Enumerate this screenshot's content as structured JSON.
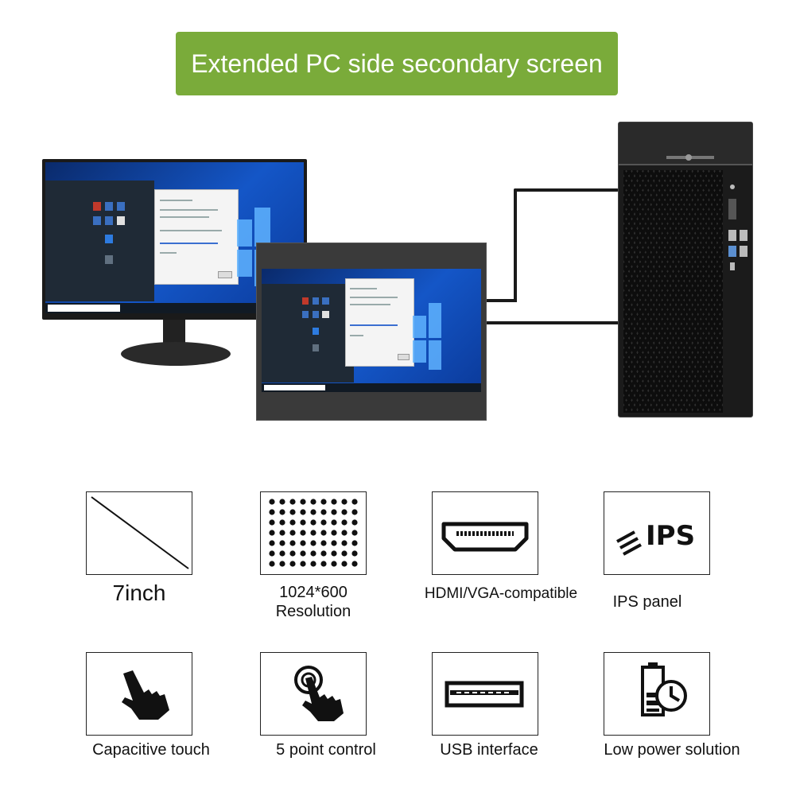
{
  "banner": {
    "title": "Extended PC side secondary screen",
    "color": "#7aab3a"
  },
  "features": [
    {
      "id": "size",
      "label": "7inch",
      "icon": "diagonal-line-icon"
    },
    {
      "id": "resolution",
      "label": "1024*600",
      "sublabel": "Resolution",
      "icon": "dot-grid-icon"
    },
    {
      "id": "hdmi",
      "label": "HDMI/VGA-compatible",
      "icon": "hdmi-port-icon"
    },
    {
      "id": "ips",
      "label": "IPS panel",
      "icon": "ips-icon",
      "icon_text": "IPS"
    },
    {
      "id": "touch",
      "label": "Capacitive touch",
      "icon": "pointing-hand-icon"
    },
    {
      "id": "multitouch",
      "label": "5 point control",
      "icon": "touch-tap-icon"
    },
    {
      "id": "usb",
      "label": "USB interface",
      "icon": "usb-port-icon"
    },
    {
      "id": "power",
      "label": "Low power solution",
      "icon": "battery-clock-icon"
    }
  ]
}
